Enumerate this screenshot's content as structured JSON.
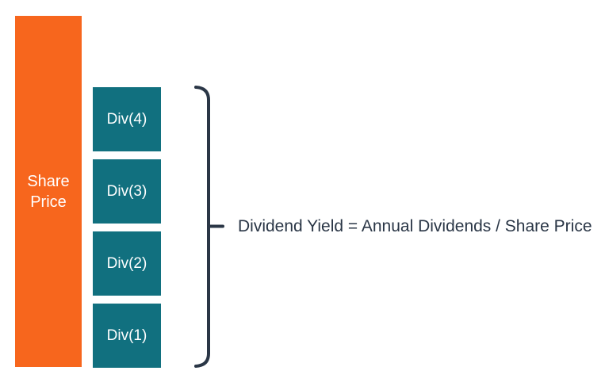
{
  "colors": {
    "share_bar": "#F7661D",
    "dividend_box": "#11707F",
    "annotation": "#2A3646",
    "background": "#FFFFFF"
  },
  "share_bar": {
    "label": "Share Price",
    "lines": [
      "Share",
      "Price"
    ]
  },
  "dividend_boxes": [
    {
      "label": "Div(4)"
    },
    {
      "label": "Div(3)"
    },
    {
      "label": "Div(2)"
    },
    {
      "label": "Div(1)"
    }
  ],
  "brace": {
    "icon": "curly-brace-icon"
  },
  "formula": {
    "text": "Dividend Yield = Annual Dividends / Share Price"
  }
}
